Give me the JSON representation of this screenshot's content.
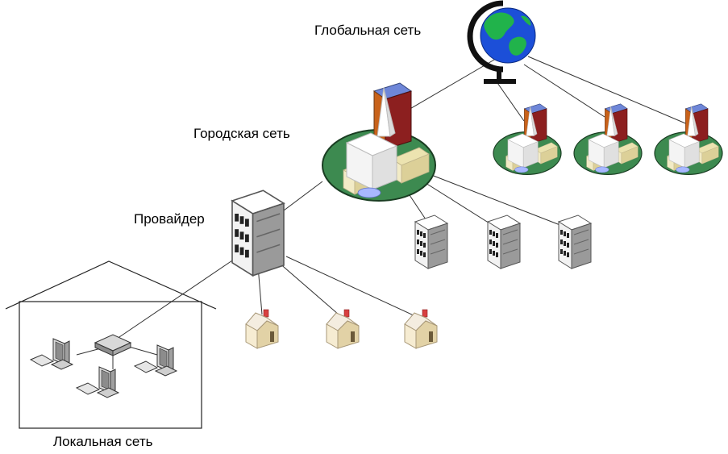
{
  "labels": {
    "global": "Глобальная сеть",
    "city": "Городская сеть",
    "provider": "Провайдер",
    "local": "Локальная сеть"
  },
  "colors": {
    "line": "#333333",
    "island_green": "#3d8a50",
    "building_orange": "#c8621a",
    "building_blue": "#6e86d8",
    "building_red": "#8c1f1f",
    "building_white": "#f4f4f4",
    "building_cream": "#ece3b0",
    "globe_ocean": "#1c4fd8",
    "globe_land": "#21b34b",
    "globe_stand": "#111111",
    "server_face": "#f2f2f2",
    "server_shade": "#9a9a9a",
    "house_wall": "#ede0c0",
    "house_roof": "#f4ede0",
    "house_chimney": "#d84040",
    "monitor": "#d9d9d9"
  },
  "nodes": {
    "globe": "globe-icon",
    "city_main": "city-building-icon",
    "city_small": [
      "city-building-icon",
      "city-building-icon",
      "city-building-icon"
    ],
    "provider": "server-icon",
    "city_servers": [
      "server-icon",
      "server-icon",
      "server-icon"
    ],
    "houses": [
      "house-icon",
      "house-icon",
      "house-icon"
    ],
    "local_hub": "switch-icon",
    "local_computers": [
      "computer-icon",
      "computer-icon",
      "computer-icon"
    ]
  }
}
